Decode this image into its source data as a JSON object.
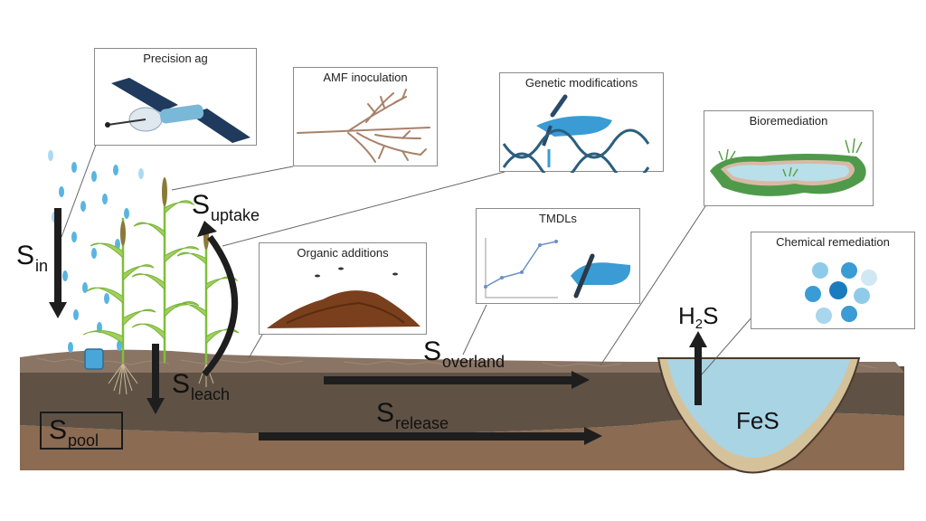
{
  "diagram": {
    "description": "Sulfur cycling in agricultural landscape with management interventions",
    "fluxes": {
      "s_in": {
        "symbol": "S",
        "subscript": "in"
      },
      "s_uptake": {
        "symbol": "S",
        "subscript": "uptake"
      },
      "s_leach": {
        "symbol": "S",
        "subscript": "leach"
      },
      "s_pool": {
        "symbol": "S",
        "subscript": "pool"
      },
      "s_overland": {
        "symbol": "S",
        "subscript": "overland"
      },
      "s_release": {
        "symbol": "S",
        "subscript": "release"
      }
    },
    "chemicals": {
      "h2s": {
        "main": "H",
        "subscript": "2",
        "tail": "S"
      },
      "fes": "FeS"
    },
    "panels": [
      {
        "id": "precision-ag",
        "title": "Precision ag",
        "icon": "satellite-icon"
      },
      {
        "id": "amf-inoculation",
        "title": "AMF inoculation",
        "icon": "fungal-hyphae-icon"
      },
      {
        "id": "genetic-modifications",
        "title": "Genetic modifications",
        "icon": "dna-edit-icon"
      },
      {
        "id": "bioremediation",
        "title": "Bioremediation",
        "icon": "wetland-pond-icon"
      },
      {
        "id": "organic-additions",
        "title": "Organic additions",
        "icon": "compost-pile-icon"
      },
      {
        "id": "tmdls",
        "title": "TMDLs",
        "icon": "line-chart-pen-icon"
      },
      {
        "id": "chemical-remediation",
        "title": "Chemical remediation",
        "icon": "molecule-spheres-icon"
      }
    ],
    "colors": {
      "soil_top": "#8a7464",
      "soil_mid": "#5f5245",
      "soil_deep": "#8b6b52",
      "water": "#a8d4e4",
      "sediment": "#d6c29a",
      "rain": "#5ab4e0",
      "plant": "#8cc63f",
      "arrow": "#1e1e1e",
      "accent_blue": "#3a9bd5"
    }
  }
}
